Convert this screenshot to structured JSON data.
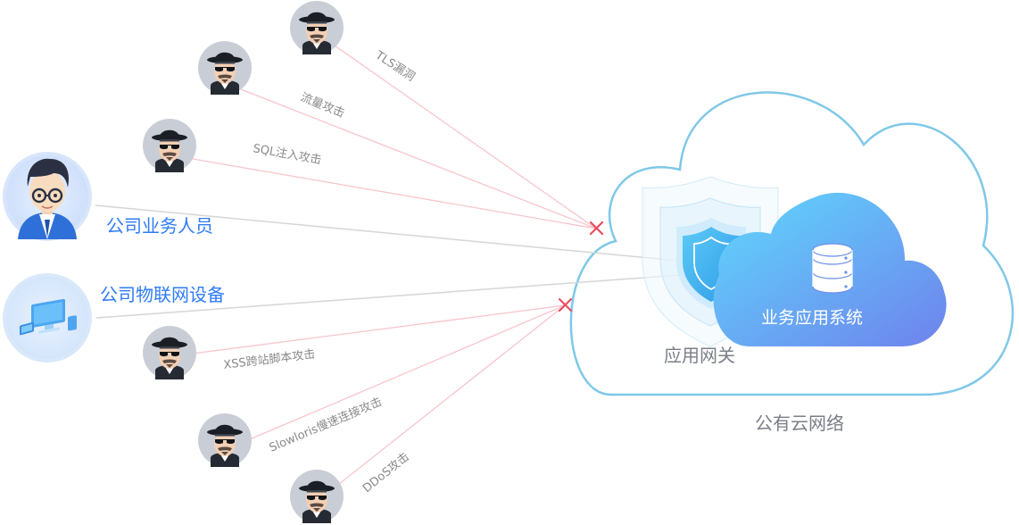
{
  "attack_labels": {
    "tls": "TLS漏洞",
    "flood": "流量攻击",
    "sql": "SQL注入攻击",
    "xss": "XSS跨站脚本攻击",
    "slowloris": "Slowloris慢速连接攻击",
    "ddos": "DDoS攻击"
  },
  "users": {
    "staff": "公司业务人员",
    "iot": "公司物联网设备"
  },
  "gateway": "应用网关",
  "system": "业务应用系统",
  "cloud": "公有云网络",
  "colors": {
    "attack_line": "#f7c5cc",
    "block_mark": "#e94d5f",
    "legit_line": "#d6d6d6",
    "user_label": "#2f7cf6",
    "cloud_stroke": "#7fc8e8",
    "system_gradient_start": "#5fd4fb",
    "system_gradient_end": "#6e86ee",
    "shield": "#39b2f0"
  }
}
